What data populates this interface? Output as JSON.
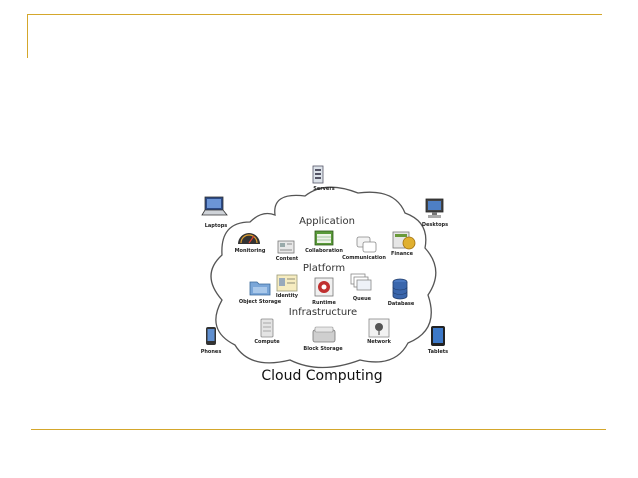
{
  "diagram": {
    "caption": "Cloud Computing",
    "layers": {
      "application": "Application",
      "platform": "Platform",
      "infrastructure": "Infrastructure"
    },
    "devices": {
      "servers": "Servers",
      "laptops": "Laptops",
      "desktops": "Desktops",
      "phones": "Phones",
      "tablets": "Tablets"
    },
    "services": {
      "monitoring": "Monitoring",
      "content": "Content",
      "collaboration": "Collaboration",
      "communication": "Communication",
      "finance": "Finance",
      "identity": "Identity",
      "object_storage": "Object Storage",
      "runtime": "Runtime",
      "queue": "Queue",
      "database": "Database",
      "compute": "Compute",
      "block_storage": "Block Storage",
      "network": "Network"
    }
  },
  "colors": {
    "rule": "#d4a72c",
    "cloud_stroke": "#555555",
    "accent_blue": "#3a6fb0",
    "accent_green": "#4c9a2a"
  }
}
